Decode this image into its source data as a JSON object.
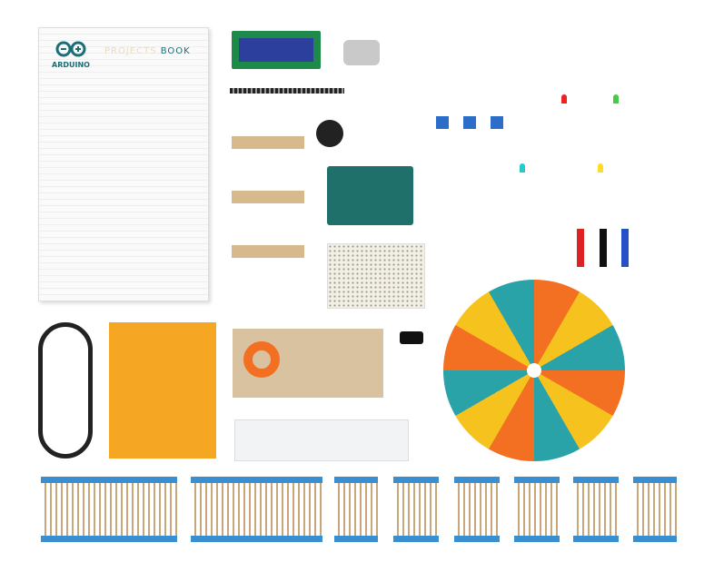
{
  "book": {
    "brand": "ARDUINO",
    "title_faded": "PROJECTS",
    "title": "BOOK"
  },
  "colors": {
    "arduino_teal": "#1b6e76",
    "board_green": "#1f6f6a",
    "lcd_blue": "#2d3f9c",
    "resistor_tape": "#3a8fd1",
    "orange_panel": "#f5a623"
  }
}
